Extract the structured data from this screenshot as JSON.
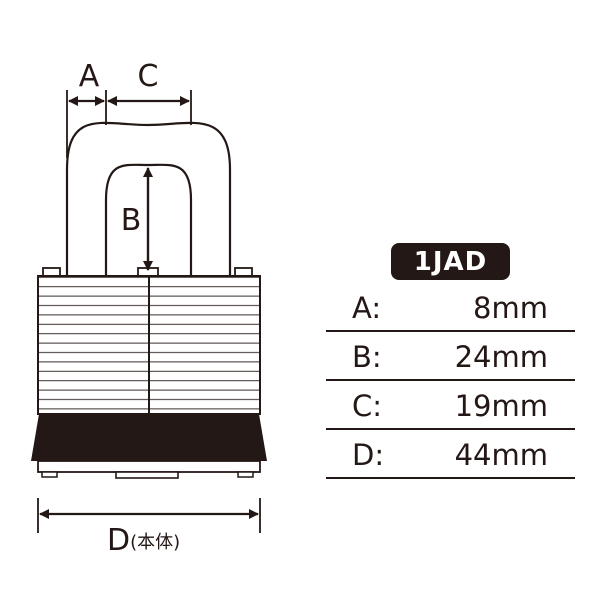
{
  "dimension_labels": {
    "a": "A",
    "b": "B",
    "c": "C",
    "d": "D",
    "d_note": "(本体)"
  },
  "model": "1JAD",
  "specs": [
    {
      "label": "A:",
      "value": "8mm"
    },
    {
      "label": "B:",
      "value": "24mm"
    },
    {
      "label": "C:",
      "value": "19mm"
    },
    {
      "label": "D:",
      "value": "44mm"
    }
  ],
  "colors": {
    "ink": "#231815",
    "body_fill": "#ffffff",
    "band": "#231815"
  }
}
